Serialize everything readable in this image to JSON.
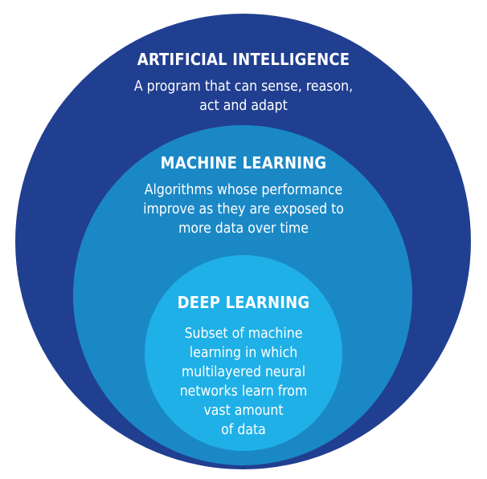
{
  "colors": {
    "ai": "#213f90",
    "ml": "#1b88c6",
    "dl": "#1fb0e7"
  },
  "ai": {
    "title": "ARTIFICIAL INTELLIGENCE",
    "description": "A program that can sense, reason,\nact and adapt"
  },
  "ml": {
    "title": "MACHINE LEARNING",
    "description": "Algorithms whose performance\nimprove as they are exposed to\nmore data over time"
  },
  "dl": {
    "title": "DEEP LEARNING",
    "description": "Subset of machine\nlearning in which\nmultilayered neural\nnetworks learn from\nvast amount\nof data"
  }
}
